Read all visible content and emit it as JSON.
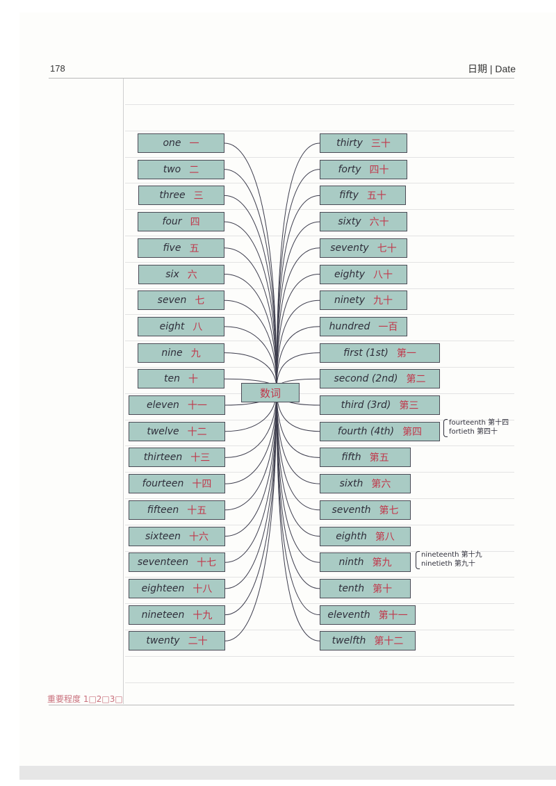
{
  "header": {
    "page_number": "178",
    "date_label": "日期 | Date"
  },
  "footer": {
    "importance": "重要程度 1□2□3□"
  },
  "center": "数词",
  "left_items": [
    {
      "en": "one",
      "zh": "一"
    },
    {
      "en": "two",
      "zh": "二"
    },
    {
      "en": "three",
      "zh": "三"
    },
    {
      "en": "four",
      "zh": "四"
    },
    {
      "en": "five",
      "zh": "五"
    },
    {
      "en": "six",
      "zh": "六"
    },
    {
      "en": "seven",
      "zh": "七"
    },
    {
      "en": "eight",
      "zh": "八"
    },
    {
      "en": "nine",
      "zh": "九"
    },
    {
      "en": "ten",
      "zh": "十"
    },
    {
      "en": "eleven",
      "zh": "十一"
    },
    {
      "en": "twelve",
      "zh": "十二"
    },
    {
      "en": "thirteen",
      "zh": "十三"
    },
    {
      "en": "fourteen",
      "zh": "十四"
    },
    {
      "en": "fifteen",
      "zh": "十五"
    },
    {
      "en": "sixteen",
      "zh": "十六"
    },
    {
      "en": "seventeen",
      "zh": "十七"
    },
    {
      "en": "eighteen",
      "zh": "十八"
    },
    {
      "en": "nineteen",
      "zh": "十九"
    },
    {
      "en": "twenty",
      "zh": "二十"
    }
  ],
  "right_items": [
    {
      "en": "thirty",
      "zh": "三十"
    },
    {
      "en": "forty",
      "zh": "四十"
    },
    {
      "en": "fifty",
      "zh": "五十"
    },
    {
      "en": "sixty",
      "zh": "六十"
    },
    {
      "en": "seventy",
      "zh": "七十"
    },
    {
      "en": "eighty",
      "zh": "八十"
    },
    {
      "en": "ninety",
      "zh": "九十"
    },
    {
      "en": "hundred",
      "zh": "一百"
    },
    {
      "en": "first (1st)",
      "zh": "第一"
    },
    {
      "en": "second (2nd)",
      "zh": "第二"
    },
    {
      "en": "third (3rd)",
      "zh": "第三"
    },
    {
      "en": "fourth (4th)",
      "zh": "第四"
    },
    {
      "en": "fifth",
      "zh": "第五"
    },
    {
      "en": "sixth",
      "zh": "第六"
    },
    {
      "en": "seventh",
      "zh": "第七"
    },
    {
      "en": "eighth",
      "zh": "第八"
    },
    {
      "en": "ninth",
      "zh": "第九"
    },
    {
      "en": "tenth",
      "zh": "第十"
    },
    {
      "en": "eleventh",
      "zh": "第十一"
    },
    {
      "en": "twelfth",
      "zh": "第十二"
    }
  ],
  "notes": {
    "fourth": [
      "fourteenth 第十四",
      "fortieth 第四十"
    ],
    "ninth": [
      "nineteenth 第十九",
      "ninetieth 第九十"
    ]
  },
  "colors": {
    "box_fill": "#a9cbc4",
    "chinese_text": "#c0374a",
    "english_text": "#2e2e3a",
    "line": "#3c3c4c"
  }
}
